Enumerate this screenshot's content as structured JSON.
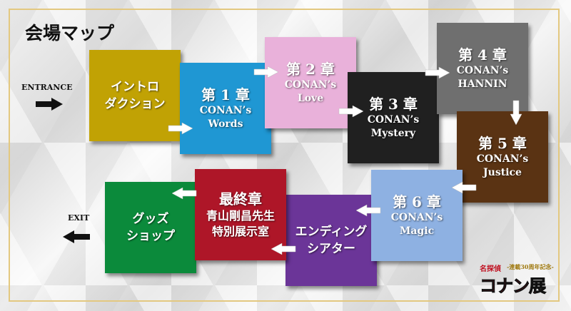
{
  "title": "会場マップ",
  "entrance_label": "ENTRANCE",
  "exit_label": "EXIT",
  "rooms": [
    {
      "id": "intro",
      "lines": [
        "イントロ",
        "ダクション"
      ],
      "color": "#c1a204"
    },
    {
      "id": "ch1",
      "chapter": "第 1 章",
      "subtitle": [
        "CONAN’s",
        "Words"
      ],
      "color": "#1f97d3"
    },
    {
      "id": "ch2",
      "chapter": "第 2 章",
      "subtitle": [
        "CONAN’s",
        "Love"
      ],
      "color": "#e9b1da"
    },
    {
      "id": "ch3",
      "chapter": "第 3 章",
      "subtitle": [
        "CONAN’s",
        "Mystery"
      ],
      "color": "#202020"
    },
    {
      "id": "ch4",
      "chapter": "第 4 章",
      "subtitle": [
        "CONAN’s",
        "HANNIN"
      ],
      "color": "#6f6f6f"
    },
    {
      "id": "ch5",
      "chapter": "第 5 章",
      "subtitle": [
        "CONAN’s",
        "Justice"
      ],
      "color": "#5a3313"
    },
    {
      "id": "ch6",
      "chapter": "第 6 章",
      "subtitle": [
        "CONAN’s",
        "Magic"
      ],
      "color": "#8eb1e2"
    },
    {
      "id": "ending",
      "lines": [
        "エンディング",
        "シアター"
      ],
      "color": "#6b3598"
    },
    {
      "id": "final",
      "chapter": "最終章",
      "lines": [
        "青山剛昌先生",
        "特別展示室"
      ],
      "color": "#ae1628"
    },
    {
      "id": "goods",
      "lines": [
        "グッズ",
        "ショップ"
      ],
      "color": "#0b8a3b"
    }
  ],
  "logo": {
    "top": "名探偵",
    "tagline": "-連載30周年記念-",
    "main": "コナン展"
  }
}
